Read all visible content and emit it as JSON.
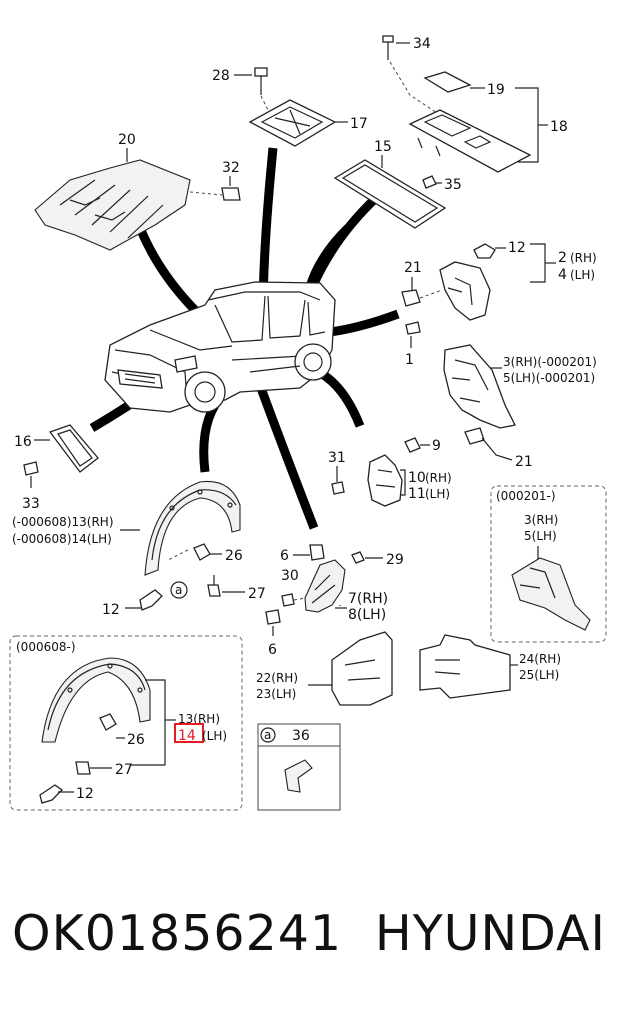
{
  "diagram": {
    "callouts": {
      "c34": "34",
      "c28": "28",
      "c19": "19",
      "c18": "18",
      "c17": "17",
      "c20": "20",
      "c15": "15",
      "c32": "32",
      "c35": "35",
      "c12a": "12",
      "c2": "2",
      "c2s": "(RH)",
      "c4": "4",
      "c4s": "(LH)",
      "c21a": "21",
      "c1": "1",
      "c3": "3(RH)(-000201)",
      "c5": "5(LH)(-000201)",
      "c16": "16",
      "c33": "33",
      "c9": "9",
      "c21b": "21",
      "c31": "31",
      "c10": "10",
      "c10s": "(RH)",
      "c11": "11",
      "c11s": "(LH)",
      "c13a": "(-000608)13(RH)",
      "c14a": "(-000608)14(LH)",
      "c26a": "26",
      "c27a": "27",
      "c12b": "12",
      "ca1": "a",
      "c6a": "6",
      "c29": "29",
      "c30": "30",
      "c7": "7(RH)",
      "c8": "8(LH)",
      "c6b": "6",
      "box201": "(000201-)",
      "c3b": "3(RH)",
      "c5b": "5(LH)",
      "c24": "24(RH)",
      "c25": "25(LH)",
      "c22": "22(RH)",
      "c23": "23(LH)",
      "box608": "(000608-)",
      "c13b": "13(RH)",
      "c14b": "14",
      "c14bs": "(LH)",
      "c26b": "26",
      "c27b": "27",
      "c12c": "12",
      "ca2": "a",
      "c36": "36"
    },
    "highlight_color": "#e31b23"
  },
  "footer": {
    "part_number": "OK01856241",
    "brand": "HYUNDAI"
  }
}
